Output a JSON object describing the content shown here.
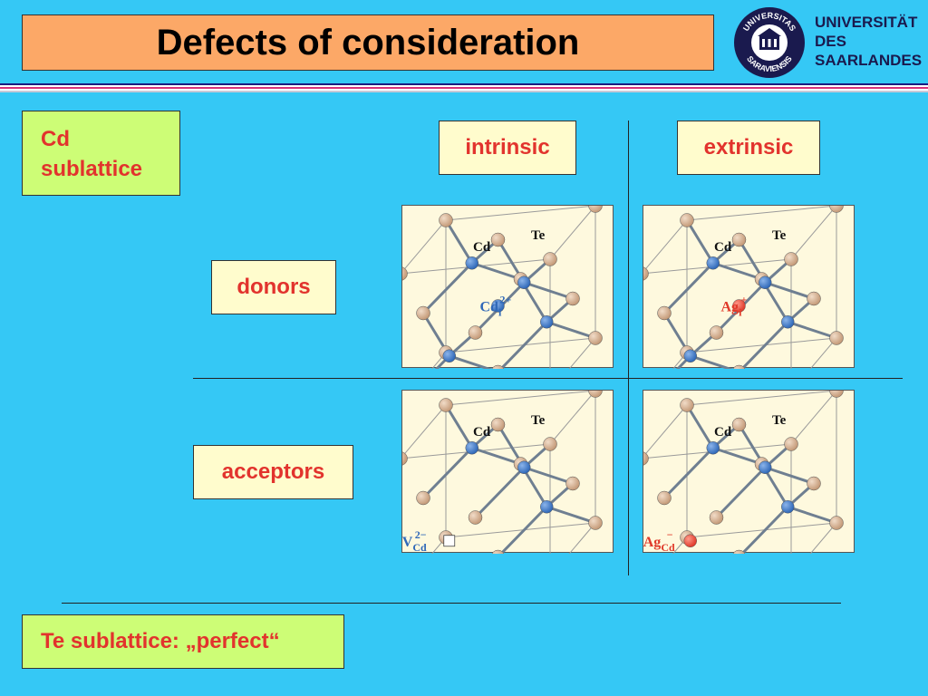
{
  "title": "Defects of consideration",
  "logo": {
    "seal_text_top": "UNIVERSITAS",
    "seal_text_bottom": "SARAVIENSIS",
    "line1": "UNIVERSITÄT",
    "line2": "DES",
    "line3": "SAARLANDES"
  },
  "cd_box": {
    "line1": "Cd",
    "line2": "sublattice"
  },
  "columns": {
    "intrinsic": "intrinsic",
    "extrinsic": "extrinsic"
  },
  "rows": {
    "donors": "donors",
    "acceptors": "acceptors"
  },
  "te_box": "Te sublattice: „perfect“",
  "panels": [
    {
      "cd_label": "Cd",
      "te_label": "Te",
      "defect_base": "Cd",
      "defect_sup": "2+",
      "defect_sub": "i"
    },
    {
      "cd_label": "Cd",
      "te_label": "Te",
      "defect_base": "Ag",
      "defect_sup": "+",
      "defect_sub": "i"
    },
    {
      "cd_label": "Cd",
      "te_label": "Te",
      "defect_base": "V",
      "defect_sup": "2−",
      "defect_sub": "Cd"
    },
    {
      "cd_label": "Cd",
      "te_label": "Te",
      "defect_base": "Ag",
      "defect_sup": "−",
      "defect_sub": "Cd"
    }
  ],
  "colors": {
    "background": "#35c8f5",
    "title_bg": "#fca867",
    "label_green": "#cdfd76",
    "label_cream": "#fffccd",
    "label_text": "#e2332d",
    "te_atom": "#c49a78",
    "cd_atom": "#2f68b8",
    "ag_atom": "#e03a2a"
  }
}
